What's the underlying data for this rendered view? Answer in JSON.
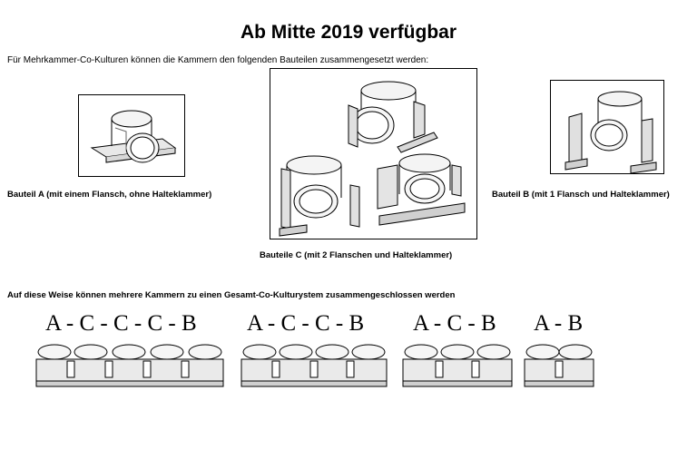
{
  "title": "Ab Mitte 2019 verfügbar",
  "intro": "Für Mehrkammer-Co-Kulturen können die Kammern den folgenden Bauteilen zusammengesetzt werden:",
  "parts": {
    "a_caption": "Bauteil A (mit einem Flansch, ohne Halteklammer)",
    "c_caption": "Bauteile C (mit 2 Flanschen und Halteklammer)",
    "b_caption": "Bauteil B (mit 1 Flansch und Halteklammer)"
  },
  "assembly_heading": "Auf diese Weise können mehrere Kammern zu einen Gesamt-Co-Kulturystem zusammengeschlossen werden",
  "combos": [
    "A - C - C - C - B",
    "A - C - C - B",
    "A - C - B",
    "A - B"
  ]
}
